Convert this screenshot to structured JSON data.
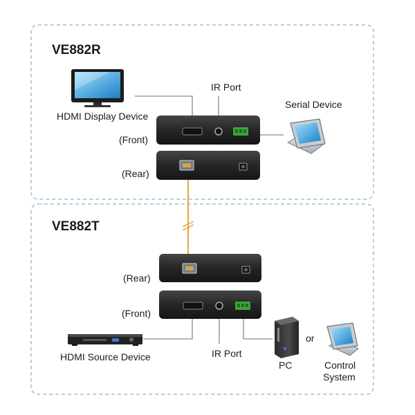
{
  "receiver": {
    "model": "VE882R",
    "front_label": "(Front)",
    "rear_label": "(Rear)",
    "hdmi_device": "HDMI Display Device",
    "ir_port": "IR Port",
    "serial_device": "Serial Device"
  },
  "transmitter": {
    "model": "VE882T",
    "rear_label": "(Rear)",
    "front_label": "(Front)",
    "hdmi_device": "HDMI Source Device",
    "ir_port": "IR Port",
    "pc": "PC",
    "or": "or",
    "control_system_line1": "Control",
    "control_system_line2": "System"
  },
  "colors": {
    "panel_border": "#9dbfd0",
    "fiber": "#e8a33a",
    "device_body": "#2b2b2b",
    "terminal_green": "#3aa53a",
    "connector_line": "#8a8a8a"
  },
  "icons": {
    "display": "tv-monitor-icon",
    "serial": "touch-panel-icon",
    "source": "dvd-player-icon",
    "pc": "pc-tower-icon",
    "control": "touch-panel-icon"
  }
}
